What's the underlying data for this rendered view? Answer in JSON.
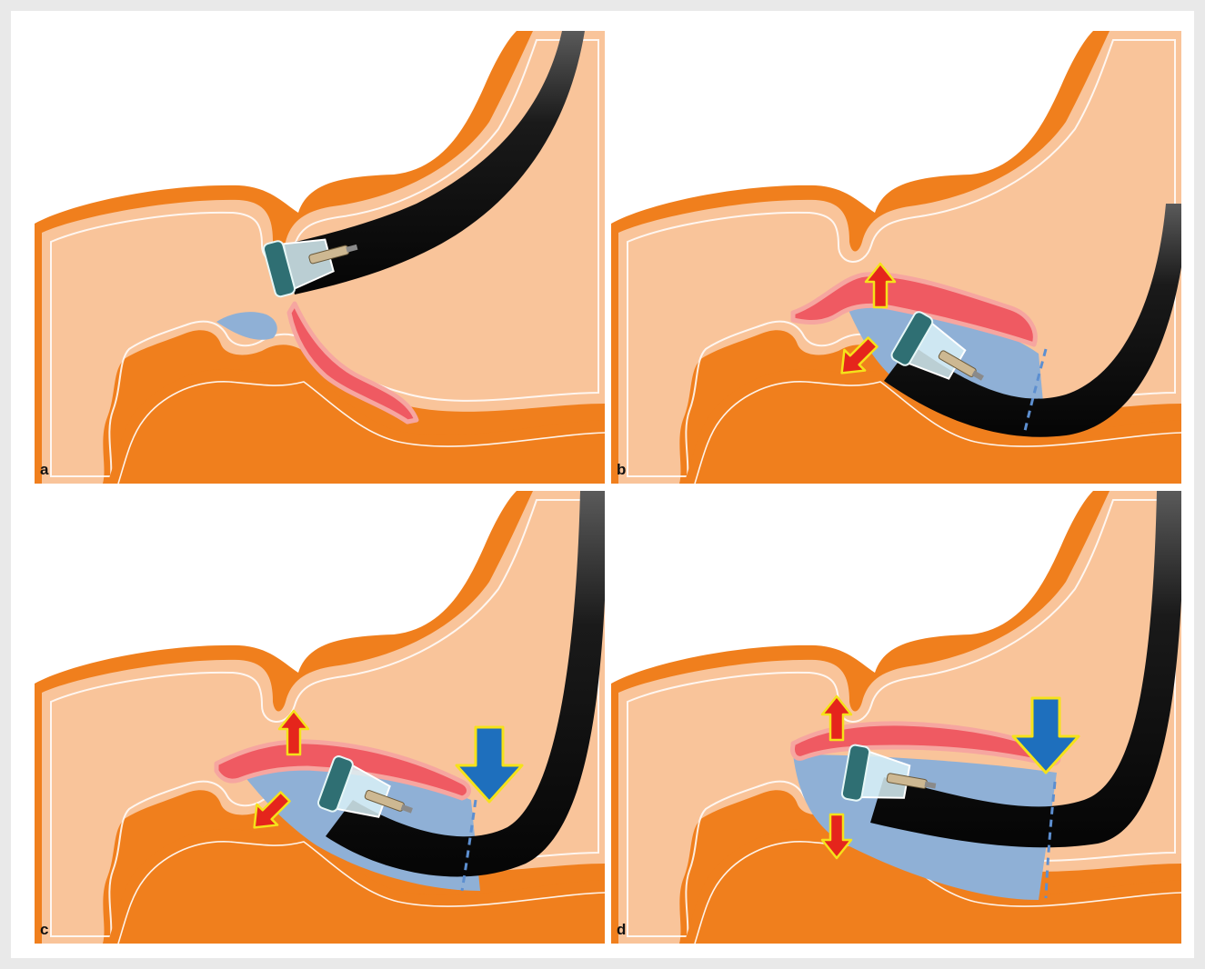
{
  "figure": {
    "panels": [
      {
        "label": "a",
        "stage": 0
      },
      {
        "label": "b",
        "stage": 1
      },
      {
        "label": "c",
        "stage": 2
      },
      {
        "label": "d",
        "stage": 3
      }
    ]
  },
  "colors": {
    "wall": "#f07f1d",
    "lumen": "#f9c49a",
    "mucosa": "#ef5a62",
    "mucosa_edge": "#f6a6a0",
    "submucosal_space": "#8fb0d6",
    "scope": "#161616",
    "cap": "#d9f1f7",
    "arrow_red": "#e5251c",
    "arrow_blue": "#1e6fbd",
    "arrow_outline": "#f5e21a"
  },
  "icons": {
    "red_arrow": "red-arrow-icon",
    "blue_arrow": "blue-arrow-icon"
  }
}
